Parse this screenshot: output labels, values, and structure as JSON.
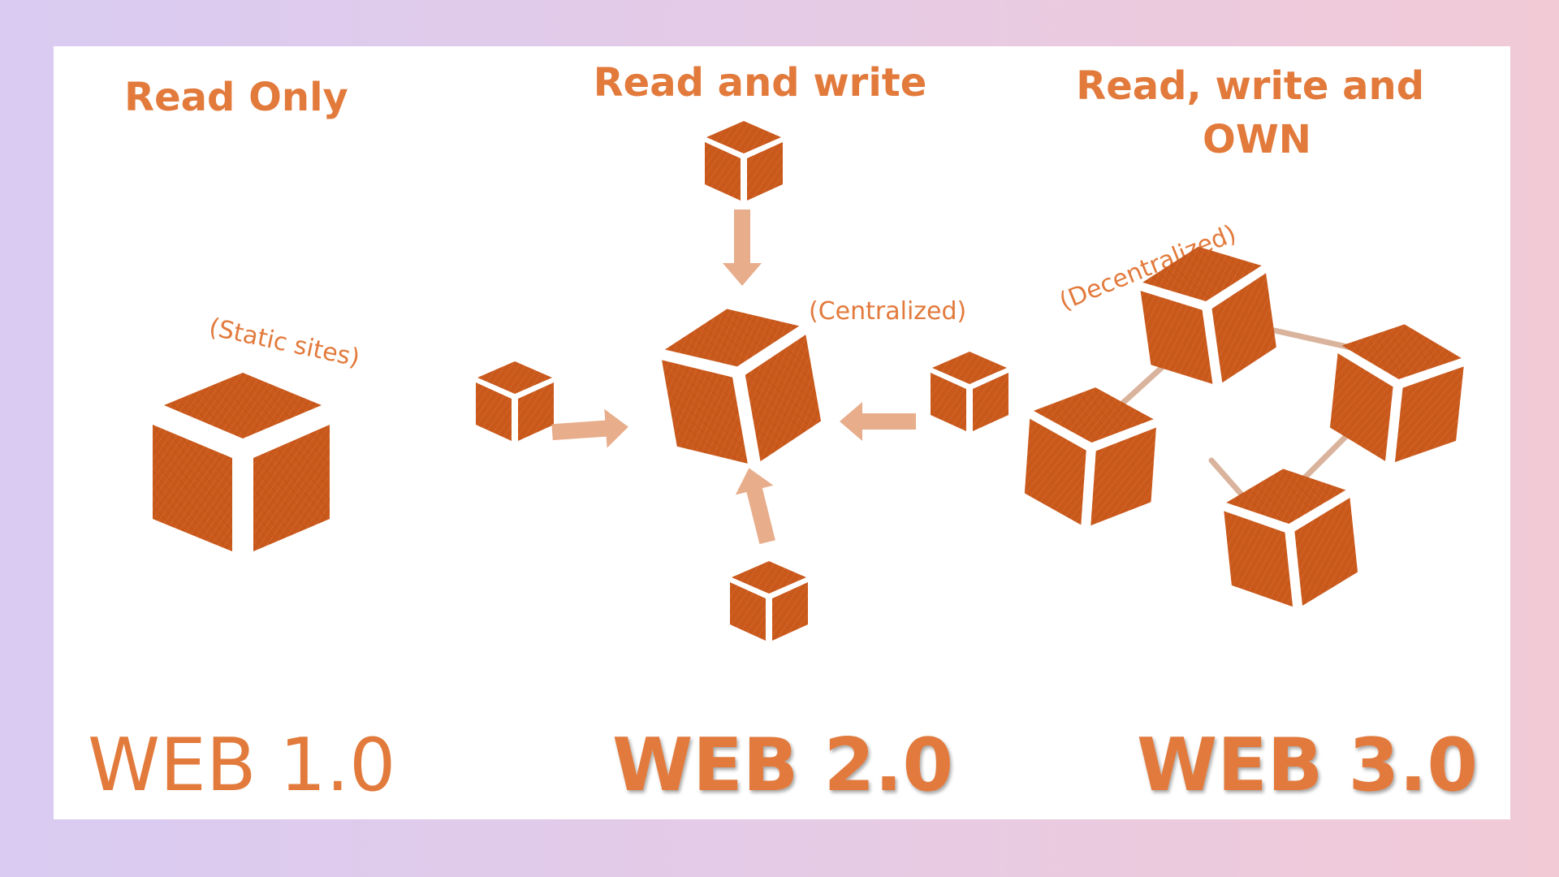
{
  "columns": [
    {
      "heading_lines": [
        "Read Only"
      ],
      "note": "(Static sites)",
      "era_title": "WEB 1.0"
    },
    {
      "heading_lines": [
        "Read and write"
      ],
      "note": "(Centralized)",
      "era_title": "WEB 2.0"
    },
    {
      "heading_lines": [
        "Read, write and",
        "OWN"
      ],
      "note": "(Decentralized)",
      "era_title": "WEB 3.0"
    }
  ],
  "icons": {
    "cube": "cube-icon",
    "arrow": "arrow-icon",
    "link": "link-icon"
  },
  "colors": {
    "background_start": "#d9cbf2",
    "background_end": "#f2cad6",
    "panel": "#ffffff",
    "accent": "#e27a3c",
    "cube_fill": "#c9581b",
    "arrow_fill": "#e5a47e",
    "link": "#d9b39c"
  }
}
